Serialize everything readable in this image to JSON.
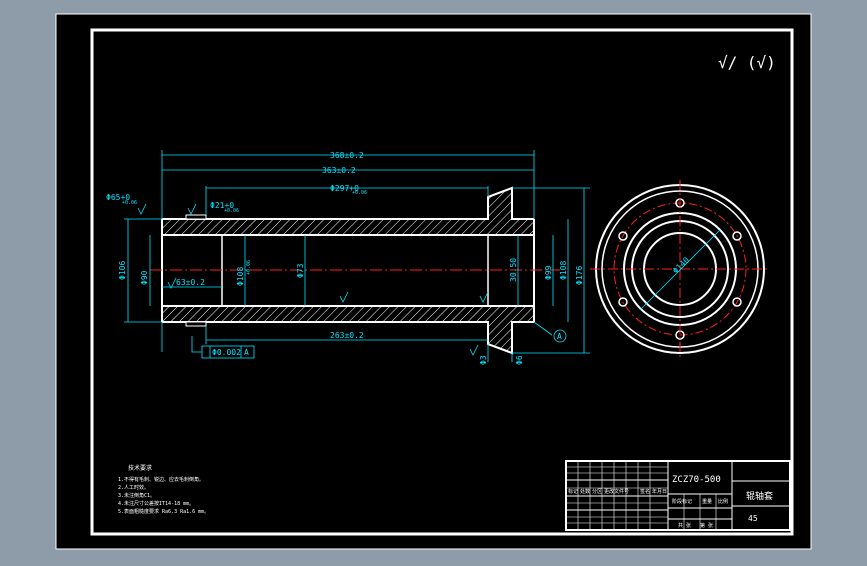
{
  "drawing": {
    "background_color": "#000000",
    "frame_color": "#ffffff",
    "part_color": "#ffffff",
    "dimension_color": "#00e5ff",
    "centerline_color": "#ff2020",
    "hatch_color": "#ffffff",
    "roughness_symbol": "√/ (√)",
    "dimensions": {
      "overall_length": "368±0.2",
      "length_2": "363±0.2",
      "bore_length": "Φ297+0",
      "bore_tol": "+0.06",
      "left_dia": "Φ65+0",
      "left_dia_tol": "+0.06",
      "groove_dia": "Φ21+0",
      "groove_tol": "+0.06",
      "outer_dia": "Φ106",
      "inner_dia": "Φ90",
      "counterbore_len": "63±0.2",
      "bore_dia_1": "Φ108",
      "bore_dia_1_tol": "+0.06",
      "center_dia": "Φ73",
      "right_len": "30.50",
      "right_dia_1": "Φ99",
      "right_dia_2": "Φ108",
      "flange_dia": "Φ176",
      "bottom_len": "263±0.2",
      "flange_thk": "Φ3",
      "flange_thk_2": "Φ6",
      "runout_tol": "Φ0.002",
      "runout_datum": "A",
      "datum_label": "A",
      "end_view_dia": "Φ140"
    },
    "technical_requirements": {
      "title": "技术要求",
      "items": [
        "1.不得有毛刺、锐边、应去毛刺倒角。",
        "2.人工时效。",
        "3.未注倒角C1。",
        "4.未注尺寸公差按IT14-18 mm。",
        "5.表面粗糙度要求 Ra6.3 Ra1.6 mm。"
      ]
    },
    "title_block": {
      "drawing_no": "ZCZ70-500",
      "part_name": "辊轴套",
      "material": "45",
      "row_labels": [
        "标记",
        "处数",
        "分区",
        "更改文件号",
        "签名",
        "年月日"
      ],
      "stage_label": "阶段标记",
      "weight_label": "重量",
      "scale_label": "比例",
      "sheet_labels": [
        "共 张",
        "第 张"
      ]
    }
  }
}
